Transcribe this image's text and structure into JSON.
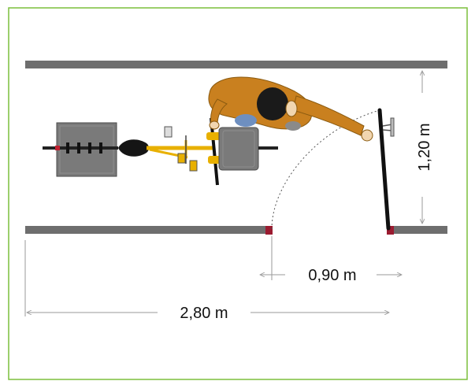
{
  "diagram": {
    "colors": {
      "frame_border": "#7cbf3c",
      "wall": "#6e6e6e",
      "door_jamb": "#9b1b30",
      "door_leaf": "#111111",
      "person_shirt": "#c9801f",
      "person_hair": "#1a1a1a",
      "bike_frame": "#e8b000",
      "wheel": "#222222",
      "basket": "#7a7a7a",
      "dimension_line": "#888888"
    },
    "dimensions": {
      "corridor_width": "1,20 m",
      "door_width": "0,90 m",
      "approach_length": "2,80 m"
    },
    "icons": [
      "person-icon",
      "bicycle-icon",
      "door-icon"
    ]
  }
}
